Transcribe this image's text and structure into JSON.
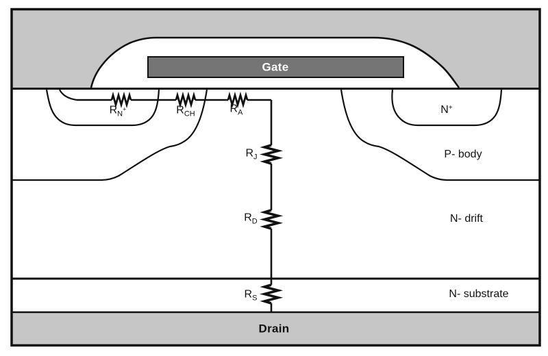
{
  "diagram_type": "power-mosfet-cross-section-with-parasitic-resistances",
  "colors": {
    "metal_gray": "#c6c6c6",
    "gate_gray": "#757575",
    "line": "#111111",
    "bg": "#ffffff",
    "gate_text": "#ffffff"
  },
  "labels": {
    "gate": "Gate",
    "drain": "Drain",
    "r_nplus": {
      "base": "R",
      "sub": "N",
      "sup": "+"
    },
    "r_ch": {
      "base": "R",
      "sub": "CH"
    },
    "r_a": {
      "base": "R",
      "sub": "A"
    },
    "r_j": {
      "base": "R",
      "sub": "J"
    },
    "r_d": {
      "base": "R",
      "sub": "D"
    },
    "r_s": {
      "base": "R",
      "sub": "S"
    },
    "n_plus_region": {
      "base": "N",
      "sup": "+"
    },
    "p_body_region": "P- body",
    "n_drift_region": "N- drift",
    "n_substrate_region": "N- substrate"
  }
}
